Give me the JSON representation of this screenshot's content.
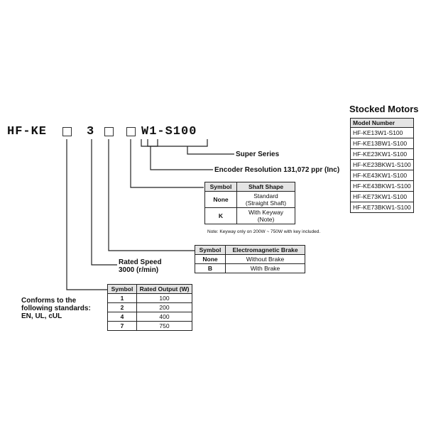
{
  "model_code": {
    "prefix": "HF-KE",
    "speed_digit": "3",
    "suffix": "W1-S100"
  },
  "labels": {
    "super_series": "Super Series",
    "encoder": "Encoder Resolution 131,072 ppr (Inc)",
    "rated_speed_line1": "Rated Speed",
    "rated_speed_line2": "3000 (r/min)",
    "conforms_line1": "Conforms to the",
    "conforms_line2": "following standards:",
    "conforms_line3": "EN, UL, cUL"
  },
  "shaft_table": {
    "headers": [
      "Symbol",
      "Shaft Shape"
    ],
    "rows": [
      {
        "symbol": "None",
        "value_line1": "Standard",
        "value_line2": "(Straight Shaft)"
      },
      {
        "symbol": "K",
        "value_line1": "With Keyway (Note)",
        "value_line2": ""
      }
    ],
    "note": "Note: Keyway only on 200W ~ 750W with key included."
  },
  "brake_table": {
    "headers": [
      "Symbol",
      "Electromagnetic Brake"
    ],
    "rows": [
      {
        "symbol": "None",
        "value": "Without Brake"
      },
      {
        "symbol": "B",
        "value": "With Brake"
      }
    ]
  },
  "output_table": {
    "headers": [
      "Symbol",
      "Rated Output (W)"
    ],
    "rows": [
      {
        "symbol": "1",
        "value": "100"
      },
      {
        "symbol": "2",
        "value": "200"
      },
      {
        "symbol": "4",
        "value": "400"
      },
      {
        "symbol": "7",
        "value": "750"
      }
    ]
  },
  "stocked": {
    "title": "Stocked Motors",
    "header": "Model Number",
    "items": [
      "HF-KE13W1-S100",
      "HF-KE13BW1-S100",
      "HF-KE23KW1-S100",
      "HF-KE23BKW1-S100",
      "HF-KE43KW1-S100",
      "HF-KE43BKW1-S100",
      "HF-KE73KW1-S100",
      "HF-KE73BKW1-S100"
    ]
  }
}
